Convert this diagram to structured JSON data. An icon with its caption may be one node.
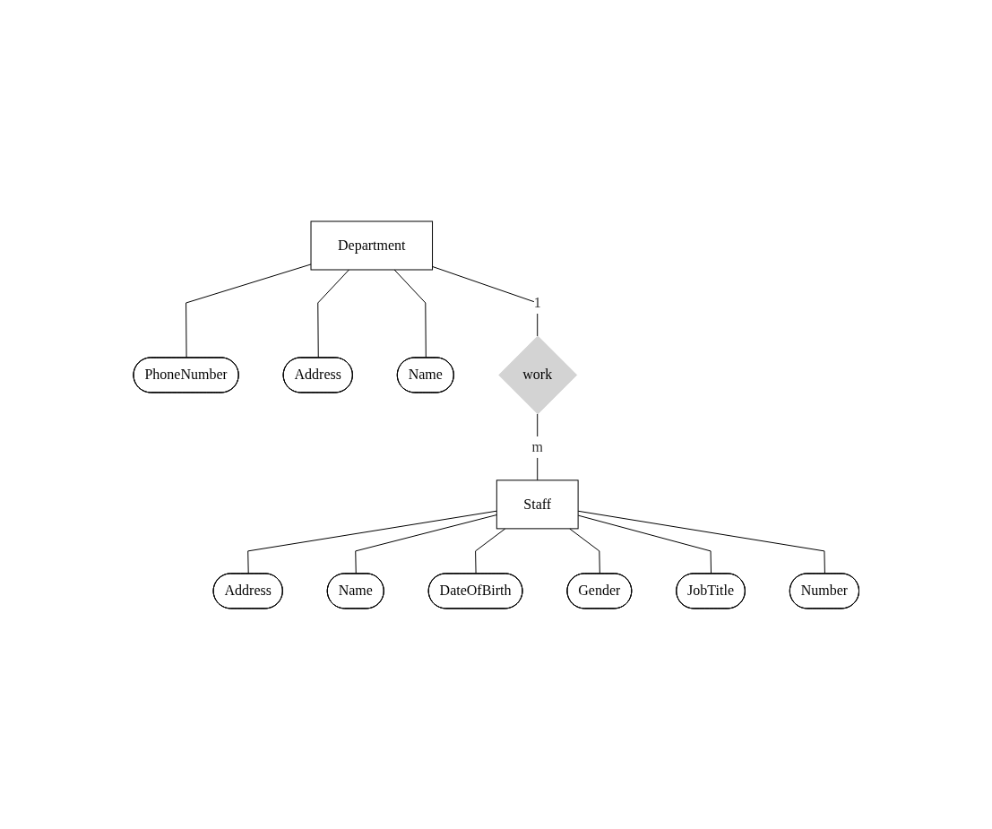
{
  "diagram": {
    "nodes": [
      {
        "text": [
          "PhoneNumber"
        ]
      },
      {
        "text": [
          "Address"
        ]
      },
      {
        "text": [
          "Department"
        ]
      },
      {
        "text": [
          "Name"
        ]
      },
      {
        "text": [
          "work"
        ]
      },
      {
        "text": [
          "Address"
        ]
      },
      {
        "text": [
          "Name"
        ]
      },
      {
        "text": [
          "Staff"
        ]
      },
      {
        "text": [
          "DateOfBirth"
        ]
      },
      {
        "text": [
          "Gender"
        ]
      },
      {
        "text": [
          "JobTitle"
        ]
      },
      {
        "text": [
          "Number"
        ]
      }
    ],
    "edges": [
      {
        "from": 2,
        "to": 0,
        "arrow": "none"
      },
      {
        "from": 2,
        "to": 1,
        "arrow": "none"
      },
      {
        "from": 2,
        "to": 3,
        "arrow": "none"
      },
      {
        "from": 2,
        "to": 4,
        "arrow": "none",
        "label": "1"
      },
      {
        "from": 4,
        "to": 7,
        "arrow": "none",
        "label": "m"
      },
      {
        "from": 7,
        "to": 5,
        "arrow": "none"
      },
      {
        "from": 7,
        "to": 6,
        "arrow": "none"
      },
      {
        "from": 7,
        "to": 8,
        "arrow": "none"
      },
      {
        "from": 7,
        "to": 9,
        "arrow": "none"
      },
      {
        "from": 7,
        "to": 10,
        "arrow": "none"
      },
      {
        "from": 7,
        "to": 11,
        "arrow": "none"
      }
    ]
  }
}
